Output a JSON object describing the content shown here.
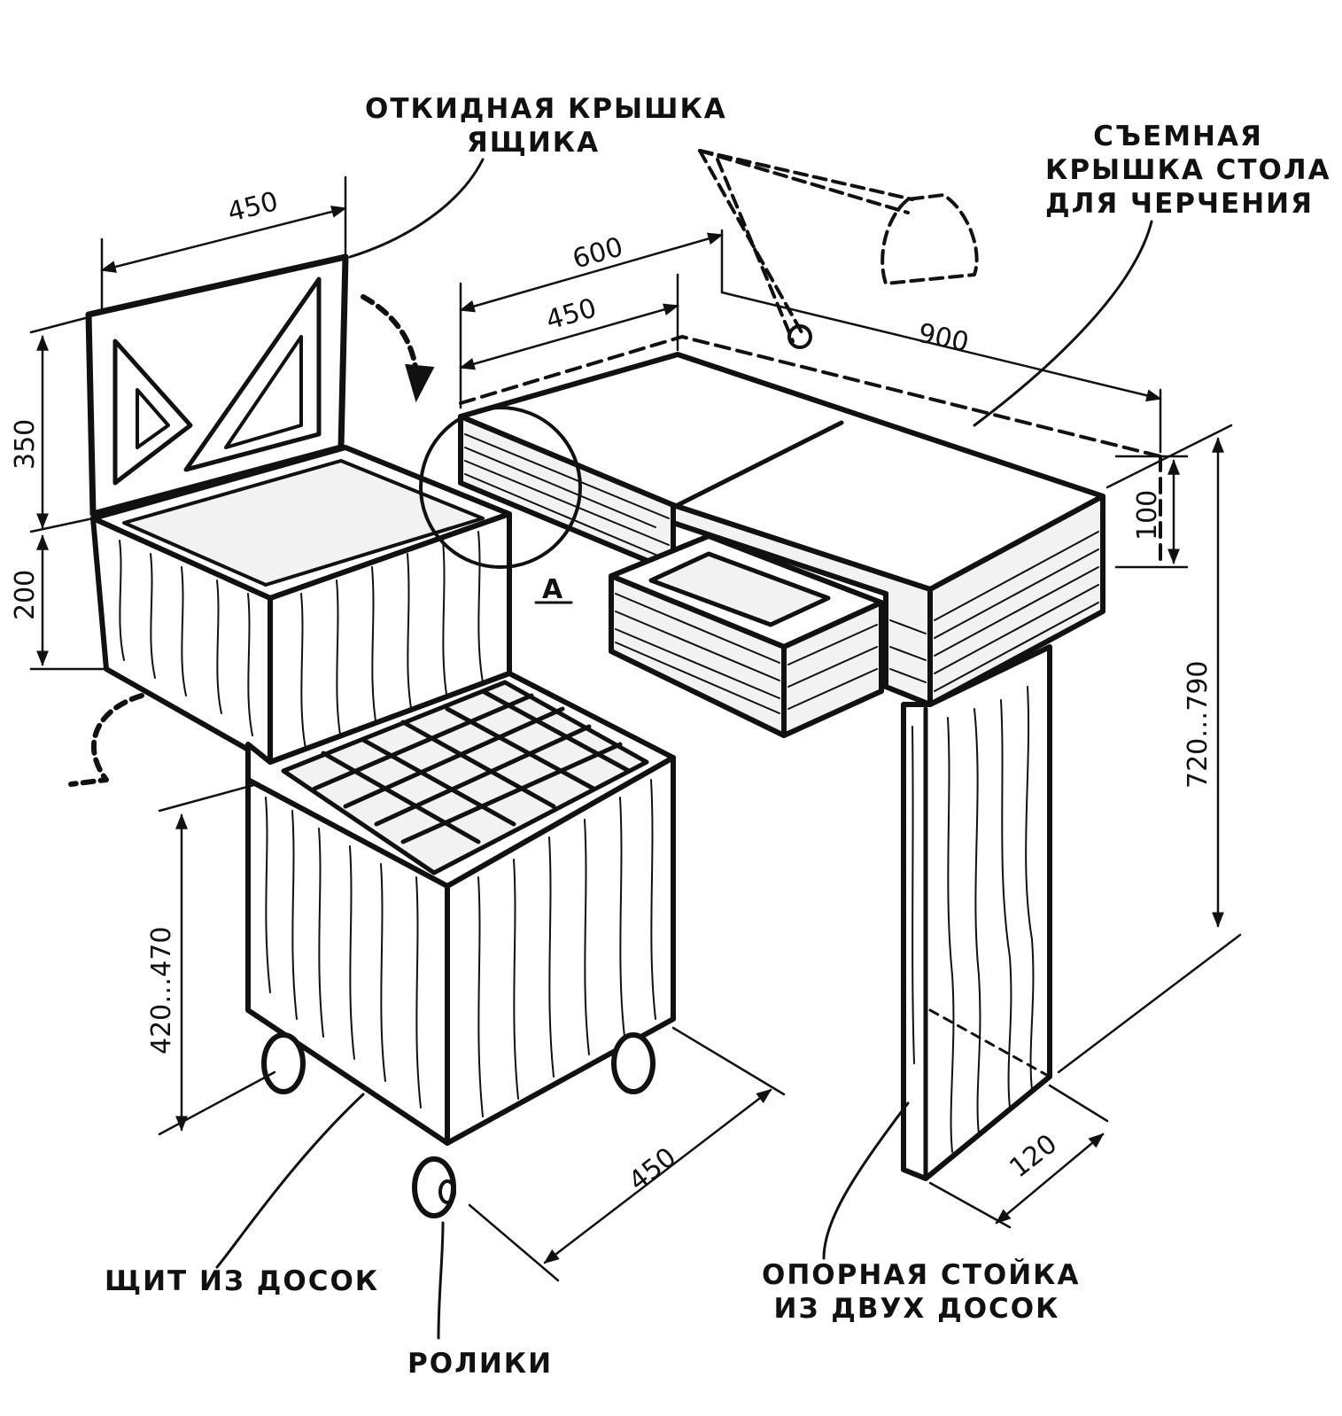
{
  "labels": {
    "box_lid": [
      "ОТКИДНАЯ КРЫШКА",
      "ЯЩИКА"
    ],
    "table_top": [
      "СЪЕМНАЯ",
      "КРЫШКА СТОЛА",
      "ДЛЯ ЧЕРЧЕНИЯ"
    ],
    "panel": "ЩИТ ИЗ ДОСОК",
    "rollers": "РОЛИКИ",
    "stand": [
      "ОПОРНАЯ  СТОЙКА",
      "ИЗ ДВУХ ДОСОК"
    ],
    "detail": "А"
  },
  "dimensions": {
    "lid_width": "450",
    "lid_height": "350",
    "box_height": "200",
    "table_depth_total": "600",
    "table_depth_inner": "450",
    "table_length": "900",
    "top_thickness": "100",
    "table_height": "720…790",
    "seat_height": "420…470",
    "seat_depth": "450",
    "stand_width": "120"
  },
  "colors": {
    "ink": "#111111",
    "paper": "#ffffff"
  }
}
